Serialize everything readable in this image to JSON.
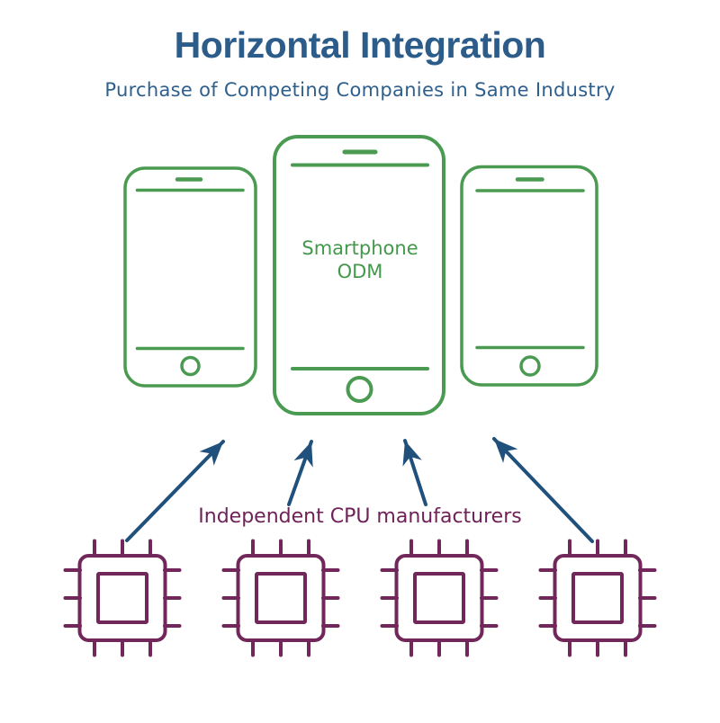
{
  "header": {
    "title": "Horizontal Integration",
    "subtitle": "Purchase of Competing Companies in Same Industry"
  },
  "diagram": {
    "smartphone_label": {
      "line1": "Smartphone",
      "line2": "ODM"
    },
    "cpu_label": "Independent CPU manufacturers"
  },
  "colors": {
    "title_blue": "#2b5c8a",
    "subtitle_blue": "#2e5f8d",
    "phone_green": "#4a9b51",
    "arrow_navy": "#20507c",
    "chip_purple": "#72275a"
  },
  "icons": {
    "phone": "smartphone-outline-icon",
    "chip": "cpu-chip-icon",
    "arrow": "up-arrow-icon"
  }
}
